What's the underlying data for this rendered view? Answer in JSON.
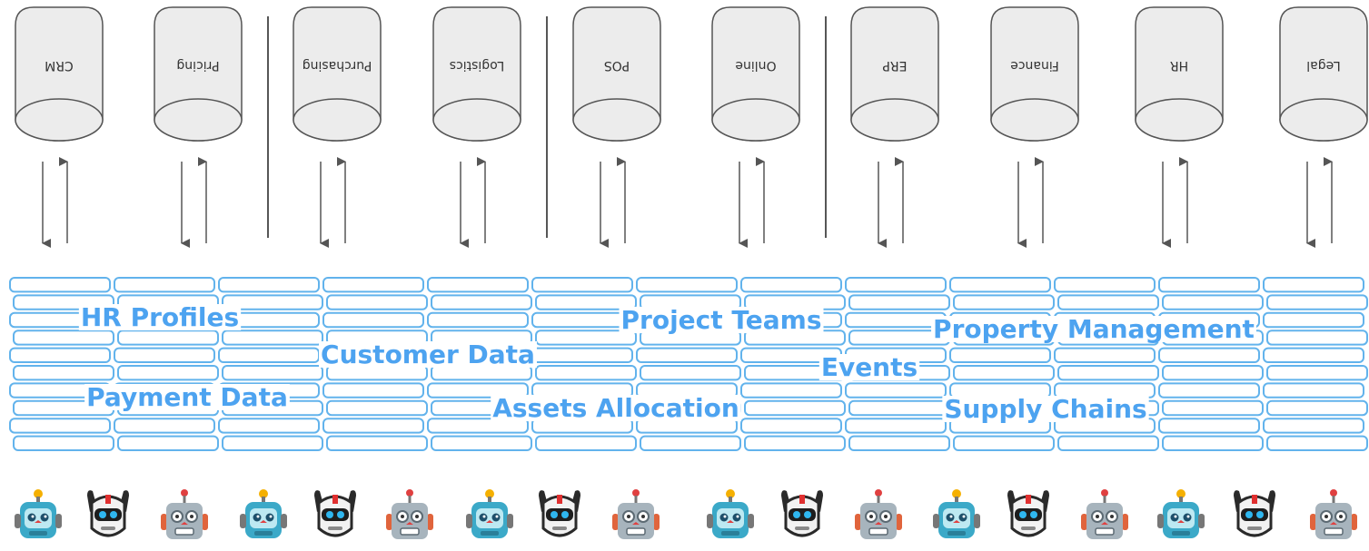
{
  "databases": [
    "CRM",
    "Pricing",
    "Purchasing",
    "Logistics",
    "POS",
    "Online",
    "ERP",
    "Finance",
    "HR",
    "Legal"
  ],
  "topics": [
    "HR Profiles",
    "Project Teams",
    "Property Management",
    "Customer Data",
    "Events",
    "Payment Data",
    "Assets Allocation",
    "Supply Chains"
  ],
  "colors": {
    "cylinder_fill": "#ececec",
    "cylinder_stroke": "#555555",
    "arrow": "#555555",
    "tile_stroke": "#62b3ec",
    "topic_text": "#4da3f0"
  },
  "agents": [
    "teal-robot-icon",
    "helmet-robot-icon",
    "grey-robot-icon",
    "teal-robot-icon",
    "helmet-robot-icon",
    "grey-robot-icon",
    "teal-robot-icon",
    "helmet-robot-icon",
    "grey-robot-icon",
    "teal-robot-icon",
    "helmet-robot-icon",
    "grey-robot-icon",
    "teal-robot-icon",
    "helmet-robot-icon",
    "grey-robot-icon",
    "teal-robot-icon",
    "helmet-robot-icon",
    "grey-robot-icon"
  ]
}
